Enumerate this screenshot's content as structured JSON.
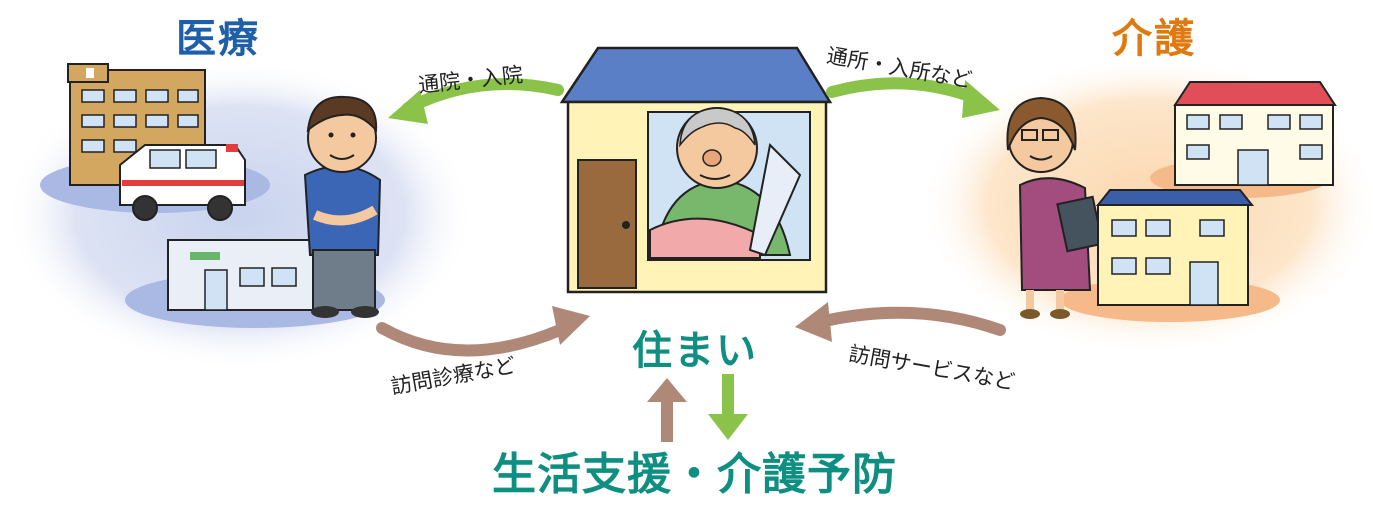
{
  "labels": {
    "medical": "医療",
    "care": "介護",
    "home": "住まい",
    "support": "生活支援・介護予防"
  },
  "arrows": {
    "outpatient": "通院・入院",
    "daycare": "通所・入所など",
    "homevisit_medical": "訪問診療など",
    "homevisit_care": "訪問サービスなど"
  },
  "colors": {
    "medical": "#1f5ea8",
    "care": "#e07a10",
    "home": "#0f8f82",
    "arrow_out": "#8bc34a",
    "arrow_in": "#b08878",
    "medical_bg": "#c9d3ee",
    "care_bg": "#fbd8ae"
  },
  "icons": [
    "hospital-icon",
    "ambulance-icon",
    "clinic-icon",
    "doctor-icon",
    "house-icon",
    "elderly-man-icon",
    "care-worker-icon",
    "care-facility-icon"
  ]
}
